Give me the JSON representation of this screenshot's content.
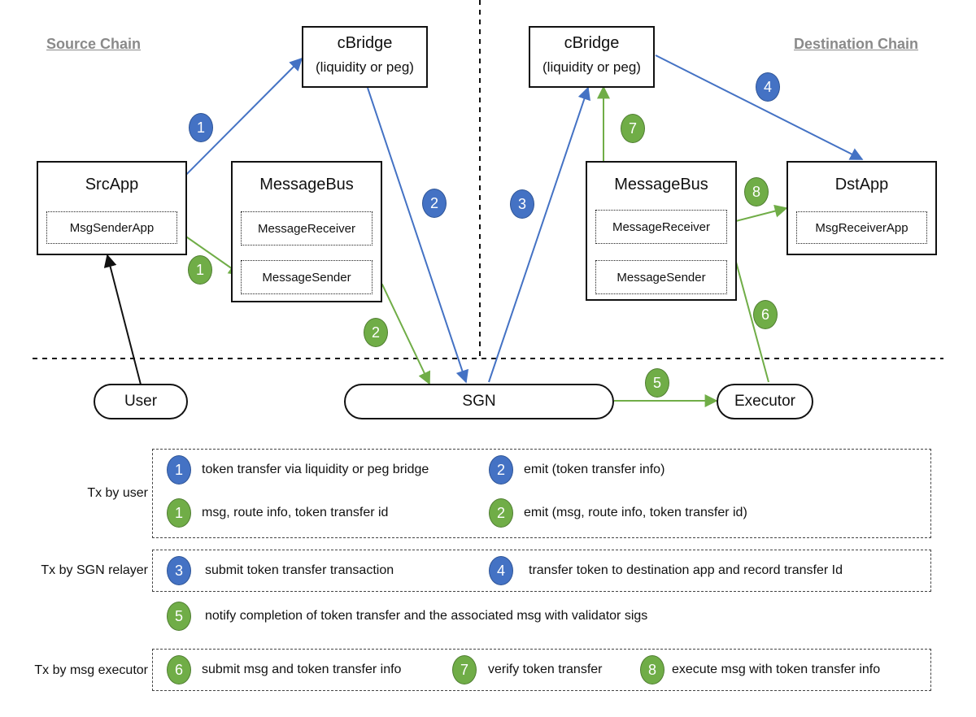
{
  "headings": {
    "source_chain": "Source Chain",
    "destination_chain": "Destination Chain"
  },
  "nodes": {
    "src_cbridge": {
      "title": "cBridge",
      "subtitle": "(liquidity or peg)"
    },
    "dst_cbridge": {
      "title": "cBridge",
      "subtitle": "(liquidity or peg)"
    },
    "src_app": {
      "title": "SrcApp",
      "inner": "MsgSenderApp"
    },
    "src_message_bus": {
      "title": "MessageBus",
      "receiver": "MessageReceiver",
      "sender": "MessageSender"
    },
    "dst_message_bus": {
      "title": "MessageBus",
      "receiver": "MessageReceiver",
      "sender": "MessageSender"
    },
    "dst_app": {
      "title": "DstApp",
      "inner": "MsgReceiverApp"
    },
    "user": "User",
    "sgn": "SGN",
    "executor": "Executor"
  },
  "step_badges": {
    "blue_1": "1",
    "blue_2": "2",
    "blue_3": "3",
    "blue_4": "4",
    "green_1": "1",
    "green_2": "2",
    "green_5": "5",
    "green_6": "6",
    "green_7": "7",
    "green_8": "8"
  },
  "legend": {
    "user_label": "Tx by user",
    "relayer_label": "Tx by SGN relayer",
    "executor_label": "Tx by msg executor",
    "items": [
      {
        "num": "1",
        "color": "blue",
        "text": "token transfer via liquidity or peg bridge"
      },
      {
        "num": "2",
        "color": "blue",
        "text": "emit (token transfer info)"
      },
      {
        "num": "1",
        "color": "green",
        "text": "msg, route info, token transfer id"
      },
      {
        "num": "2",
        "color": "green",
        "text": "emit (msg, route info, token transfer id)"
      },
      {
        "num": "3",
        "color": "blue",
        "text": "submit token transfer transaction"
      },
      {
        "num": "4",
        "color": "blue",
        "text": "transfer token to destination app and record transfer Id"
      },
      {
        "num": "5",
        "color": "green",
        "text": "notify completion of token transfer and the associated msg with validator sigs"
      },
      {
        "num": "6",
        "color": "green",
        "text": "submit msg and token transfer info"
      },
      {
        "num": "7",
        "color": "green",
        "text": "verify token transfer"
      },
      {
        "num": "8",
        "color": "green",
        "text": "execute msg with token transfer info"
      }
    ]
  },
  "colors": {
    "blue": "#4472c4",
    "green": "#70ad47",
    "black": "#111111"
  }
}
